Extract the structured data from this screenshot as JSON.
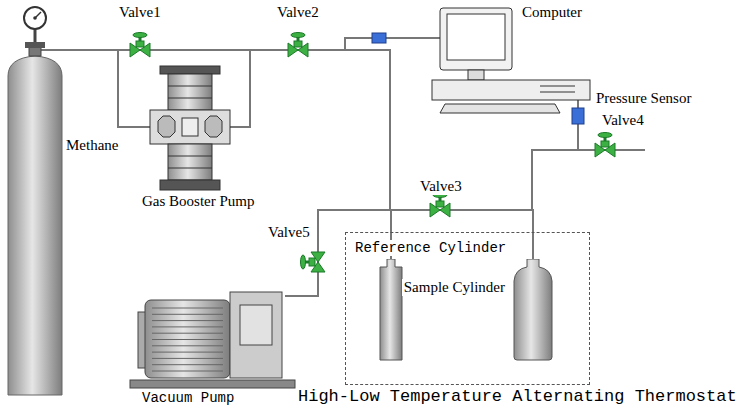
{
  "diagram": {
    "nodes": [
      {
        "text": [
          "High-Low Temperature Alternating Thermostat"
        ]
      },
      {
        "text": [
          "Reference Cylinder"
        ],
        "in": 0
      },
      {
        "text": [
          "Sample Cylinder"
        ],
        "in": 0
      }
    ],
    "edges": [
      {
        "from": 1,
        "to": 2,
        "arrow": "none"
      }
    ],
    "labels": [
      "Valve1",
      "Valve2",
      "Computer",
      "Pressure Sensor",
      "Methane",
      "Gas Booster Pump",
      "Valve5",
      "Valve3",
      "Valve4",
      "Vacuum Pump"
    ]
  }
}
